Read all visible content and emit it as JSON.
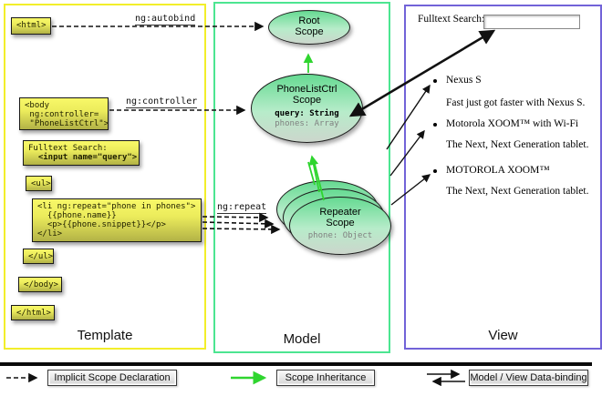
{
  "columns": {
    "template": {
      "label": "Template"
    },
    "model": {
      "label": "Model"
    },
    "view": {
      "label": "View"
    }
  },
  "annotations": {
    "autobind": "ng:autobind",
    "controller": "ng:controller",
    "repeat": "ng:repeat"
  },
  "template": {
    "html_open": "<html>",
    "body_lines": [
      "<body",
      " ng:controller=",
      " \"PhoneListCtrl\">"
    ],
    "fulltext_label": "Fulltext Search:",
    "fulltext_code": "  <input name=\"query\">",
    "ul_open": "<ul>",
    "li_lines": [
      "<li ng:repeat=\"phone in phones\">",
      "  {{phone.name}}",
      "  <p>{{phone.snippet}}</p>",
      "</li>"
    ],
    "ul_close": "</ul>",
    "body_close": "</body>",
    "html_close": "</html>"
  },
  "model": {
    "root": {
      "line1": "Root",
      "line2": "Scope"
    },
    "phonelist": {
      "line1": "PhoneListCtrl",
      "line2": "Scope",
      "prop_query": "query: String",
      "prop_phones": "phones: Array"
    },
    "repeater": {
      "line1": "Repeater",
      "line2": "Scope",
      "prop_phone": "phone: Object"
    }
  },
  "view": {
    "search_label": "Fulltext Search:",
    "search_value": "",
    "items": [
      {
        "title": "Nexus S",
        "desc": "Fast just got faster with Nexus S."
      },
      {
        "title": "Motorola XOOM™ with Wi-Fi",
        "desc": "The Next, Next Generation tablet."
      },
      {
        "title": "MOTOROLA XOOM™",
        "desc": "The Next, Next Generation tablet."
      }
    ]
  },
  "legend": {
    "implicit": "Implicit Scope Declaration",
    "inheritance": "Scope Inheritance",
    "binding": "Model / View Data-binding"
  },
  "colors": {
    "template_border": "#f2ee2a",
    "model_border": "#4ce591",
    "view_border": "#7263d8",
    "scope_fill_top": "#66da92",
    "scope_fill_bottom": "#ccd6cc",
    "code_box_top": "#f8f868",
    "code_box_bottom": "#b2b246",
    "inheritance_green": "#2fd52f",
    "muted_prop": "#808080"
  }
}
